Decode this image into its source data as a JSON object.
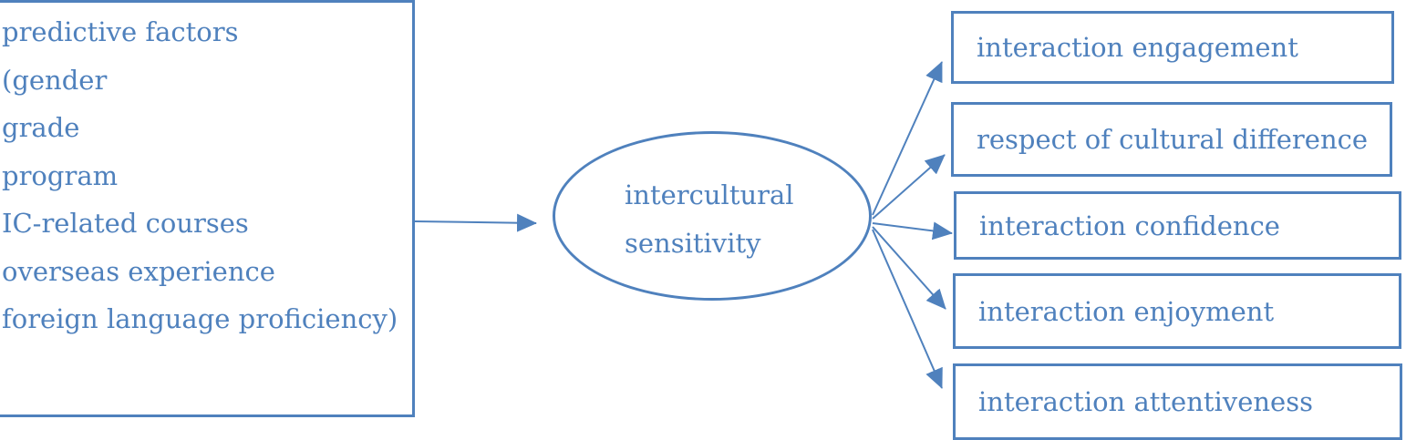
{
  "predictors": {
    "items": [
      "predictive factors",
      "(gender",
      "grade",
      "program",
      "IC-related courses",
      "overseas experience",
      "foreign language proficiency)"
    ]
  },
  "center": {
    "line1": "intercultural",
    "line2": "sensitivity"
  },
  "outcomes": [
    "interaction engagement",
    "respect of cultural difference",
    "interaction confidence",
    "interaction enjoyment",
    "interaction attentiveness"
  ],
  "colors": {
    "line": "#4f81bd",
    "text": "#4f81bd"
  }
}
